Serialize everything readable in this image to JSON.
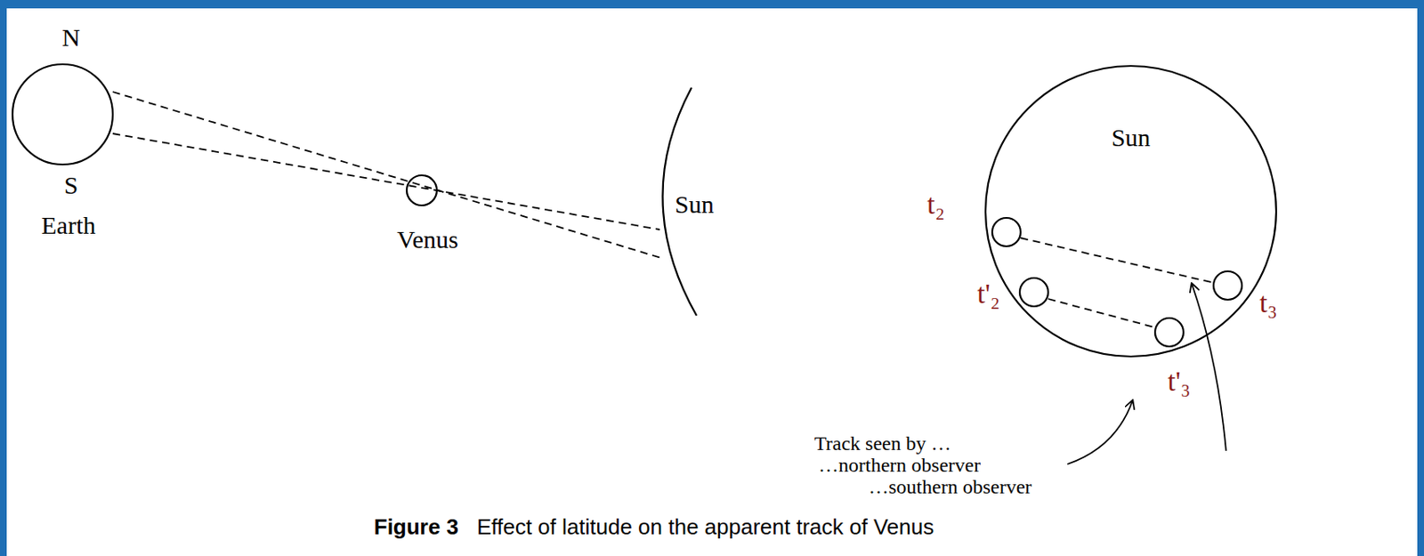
{
  "diagram": {
    "caption": "Effect of latitude on the apparent track of Venus",
    "nodes": [
      {
        "text": [
          "Sun"
        ]
      }
    ],
    "labels": [
      "N",
      "S",
      "Earth",
      "Venus",
      "Sun",
      "t₂",
      "t'₂",
      "t₃",
      "t'₃",
      "Track seen by …",
      "…northern observer",
      "…southern observer",
      "Figure 3"
    ]
  }
}
